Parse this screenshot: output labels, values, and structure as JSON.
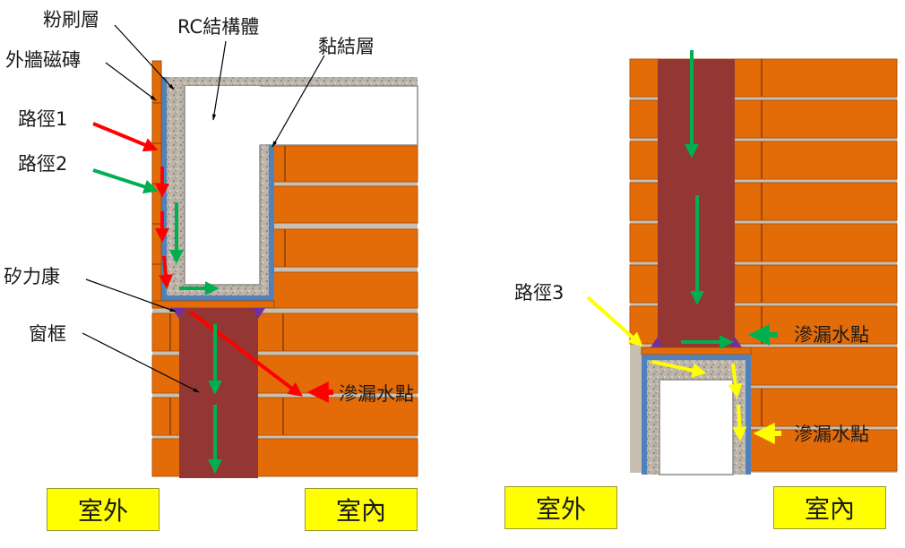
{
  "labels": {
    "plaster_layer": "粉刷層",
    "rc_structure": "RC結構體",
    "exterior_tile": "外牆磁磚",
    "bonding_layer": "黏結層",
    "path1": "路徑1",
    "path2": "路徑2",
    "path3": "路徑3",
    "silicone": "矽力康",
    "window_frame": "窗框",
    "leak_point_left": "滲漏水點",
    "leak_point_right_upper": "滲漏水點",
    "leak_point_right_lower": "滲漏水點"
  },
  "boxes": {
    "left_outdoor": "室外",
    "left_indoor": "室內",
    "right_outdoor": "室外",
    "right_indoor": "室內"
  },
  "colors": {
    "brick": "#e36c09",
    "mortar": "#c8bfb0",
    "concrete": "#b9b0a6",
    "waterproof": "#4f81bd",
    "frame": "#943634",
    "path1_red": "#ff0000",
    "path2_green": "#00b050",
    "path3_yellow": "#ffff00",
    "sealant": "#7030a0",
    "label_box": "#ffff00"
  }
}
